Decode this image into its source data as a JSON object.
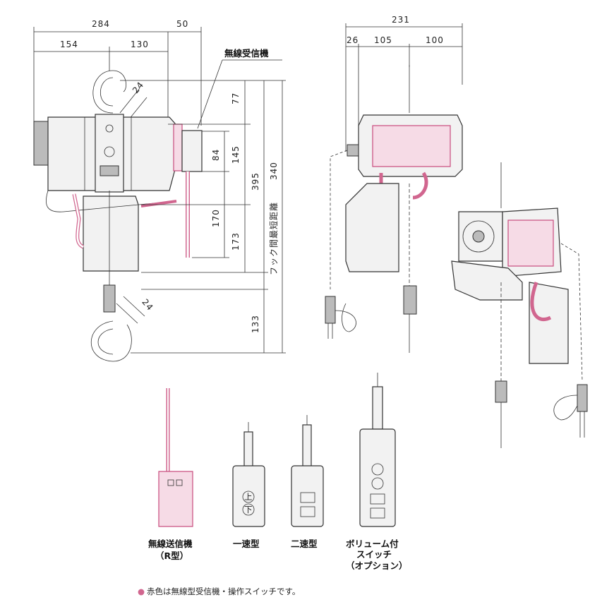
{
  "dimensions_left": {
    "top": [
      "284",
      "50"
    ],
    "second": [
      "154",
      "130"
    ],
    "hook_size_top": "24",
    "hook_size_bottom": "24",
    "right_column": [
      "77",
      "145",
      "84",
      "395",
      "340",
      "170",
      "173",
      "133"
    ],
    "vertical_caption": "フック間最短距離"
  },
  "dimensions_right": {
    "total": "231",
    "parts": [
      "26",
      "105",
      "100"
    ]
  },
  "labels": {
    "receiver": "無線受信機",
    "transmitter_line1": "無線送信機",
    "transmitter_line2": "（R型）",
    "single_speed": "一速型",
    "two_speed": "二速型",
    "volume_line1": "ボリューム付",
    "volume_line2": "スイッチ",
    "volume_line3": "（オプション）"
  },
  "switch_marks": {
    "up": "上",
    "down": "下"
  },
  "footnote": {
    "bullet": "●",
    "text": "赤色は無線型受信機・操作スイッチです。"
  },
  "colors": {
    "accent": "#d1668f",
    "line": "#333333"
  }
}
